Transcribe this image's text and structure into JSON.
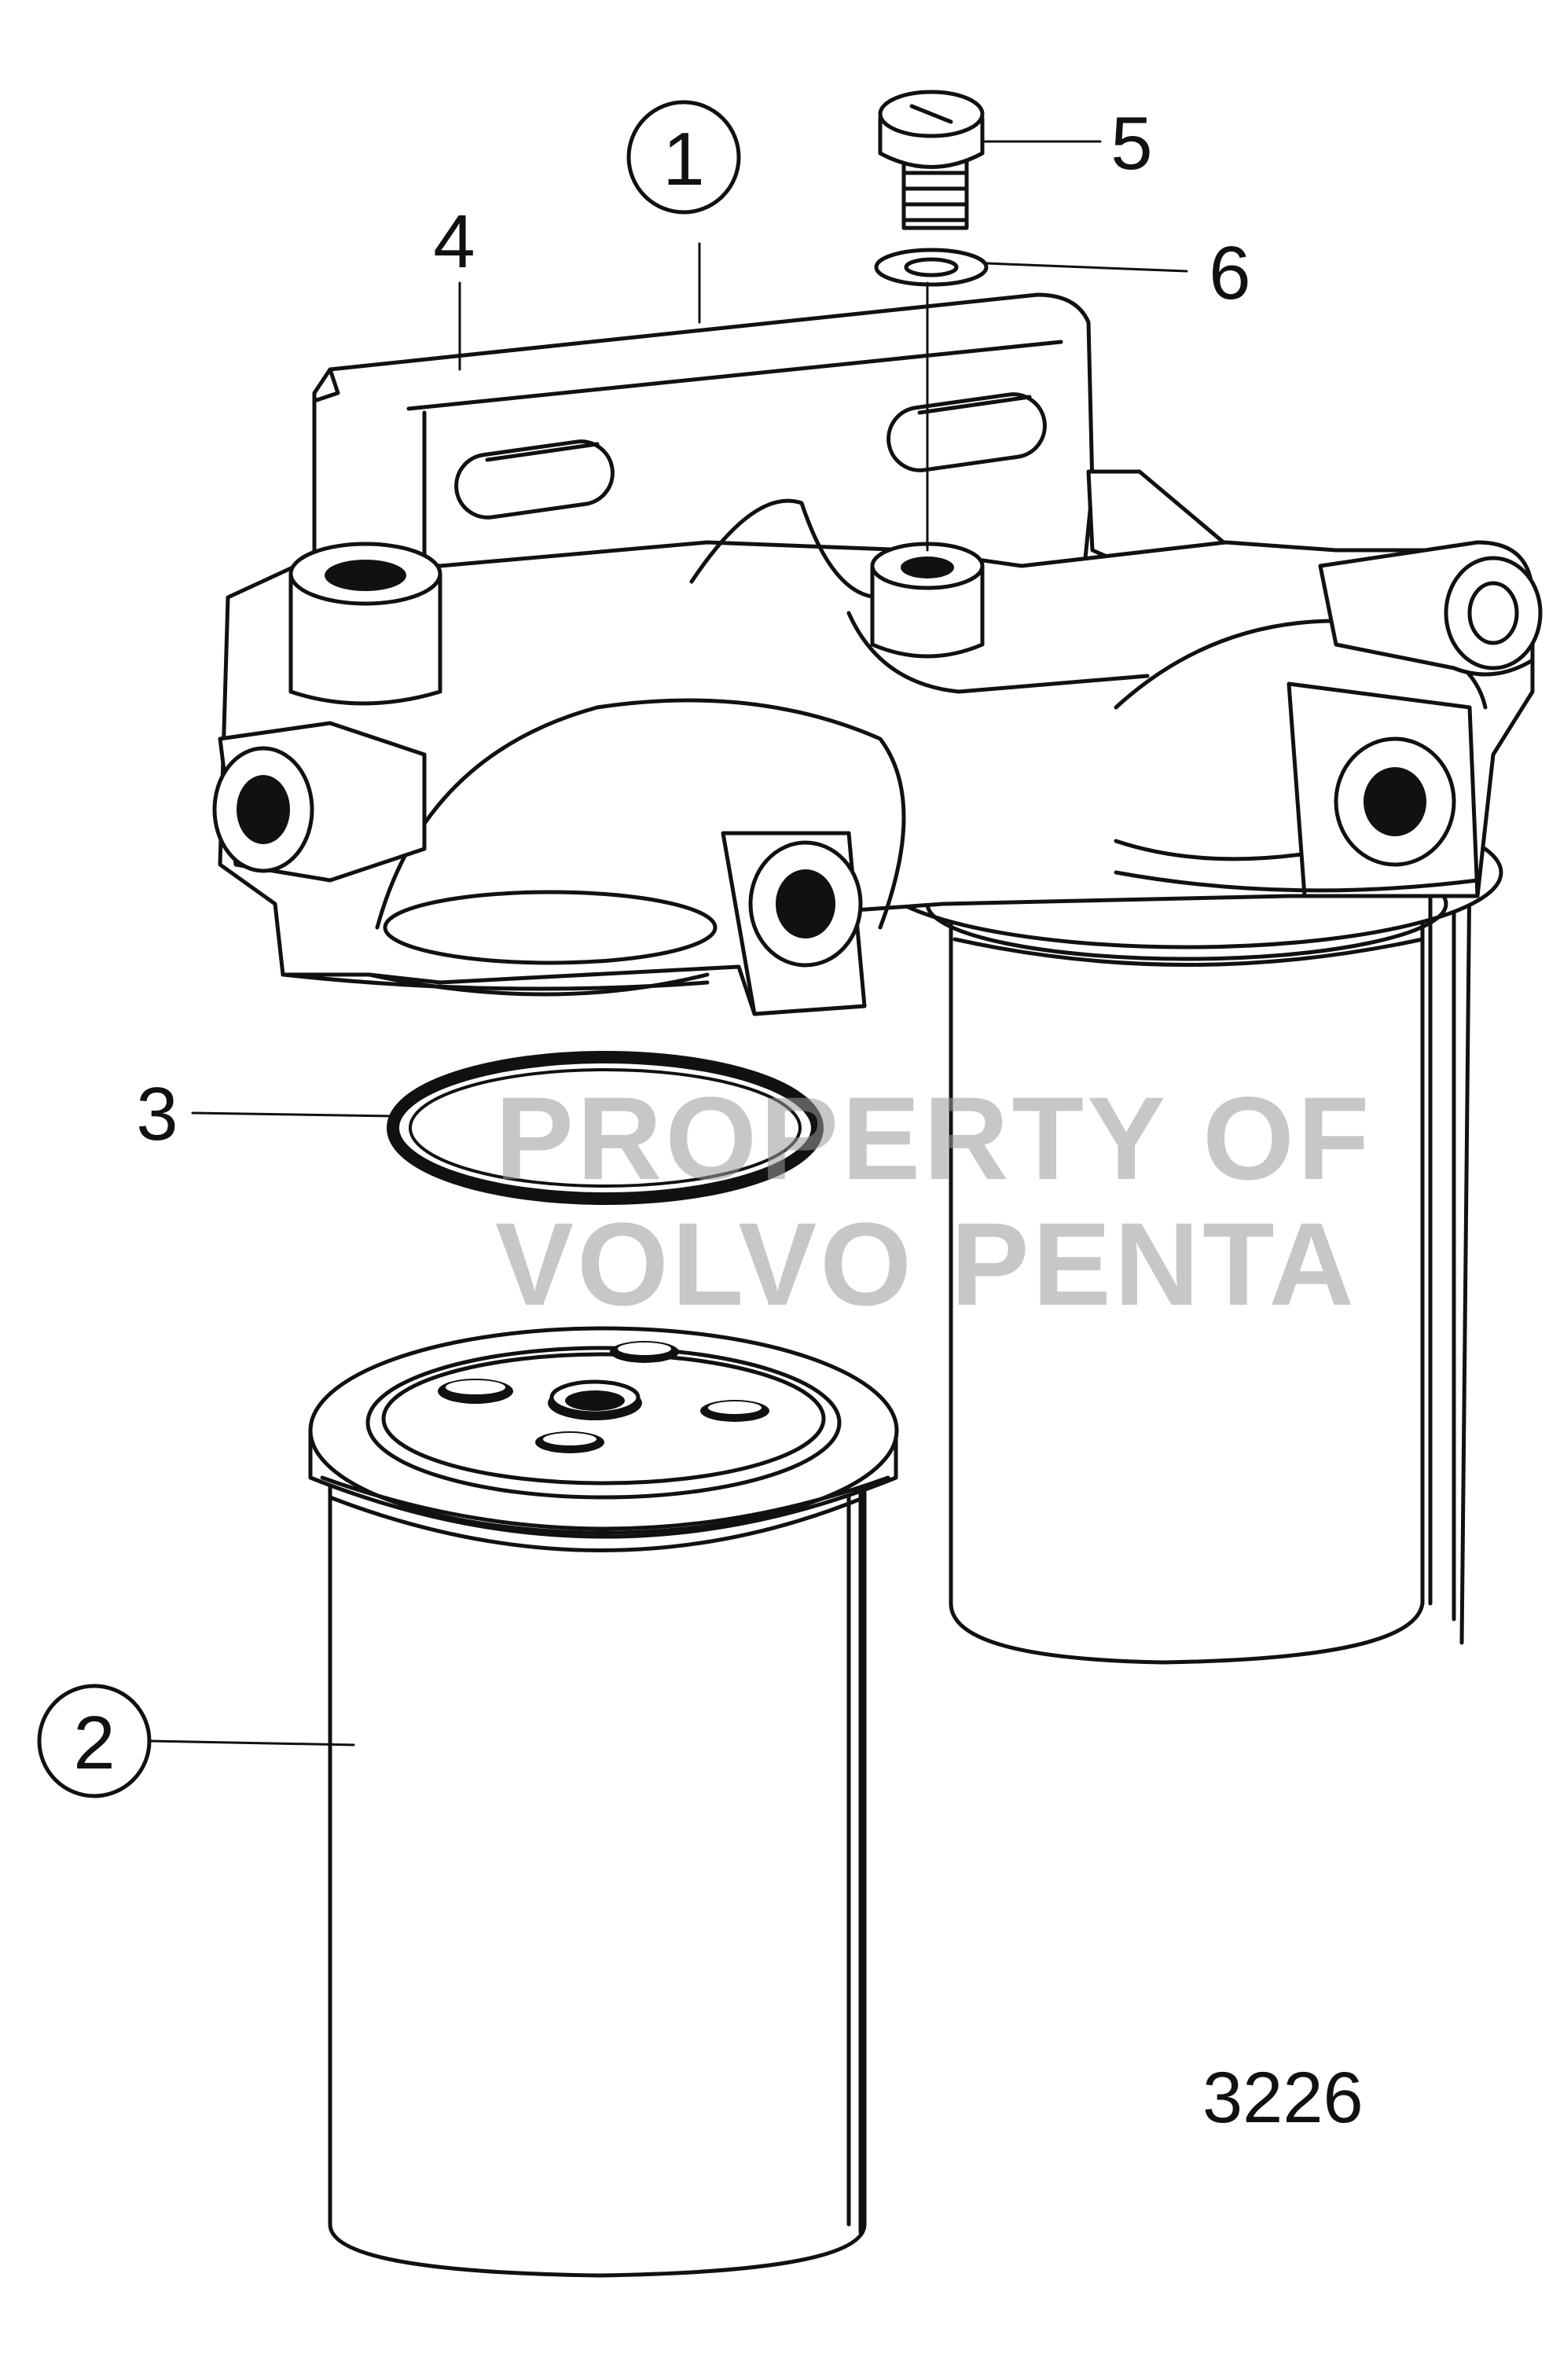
{
  "callouts": [
    {
      "number": "1",
      "circled": true
    },
    {
      "number": "2",
      "circled": true
    },
    {
      "number": "3",
      "circled": false
    },
    {
      "number": "4",
      "circled": false
    },
    {
      "number": "5",
      "circled": false
    },
    {
      "number": "6",
      "circled": false
    }
  ],
  "figure_number": "3226",
  "watermark": {
    "line1": "PROPERTY OF",
    "line2": "VOLVO PENTA"
  }
}
